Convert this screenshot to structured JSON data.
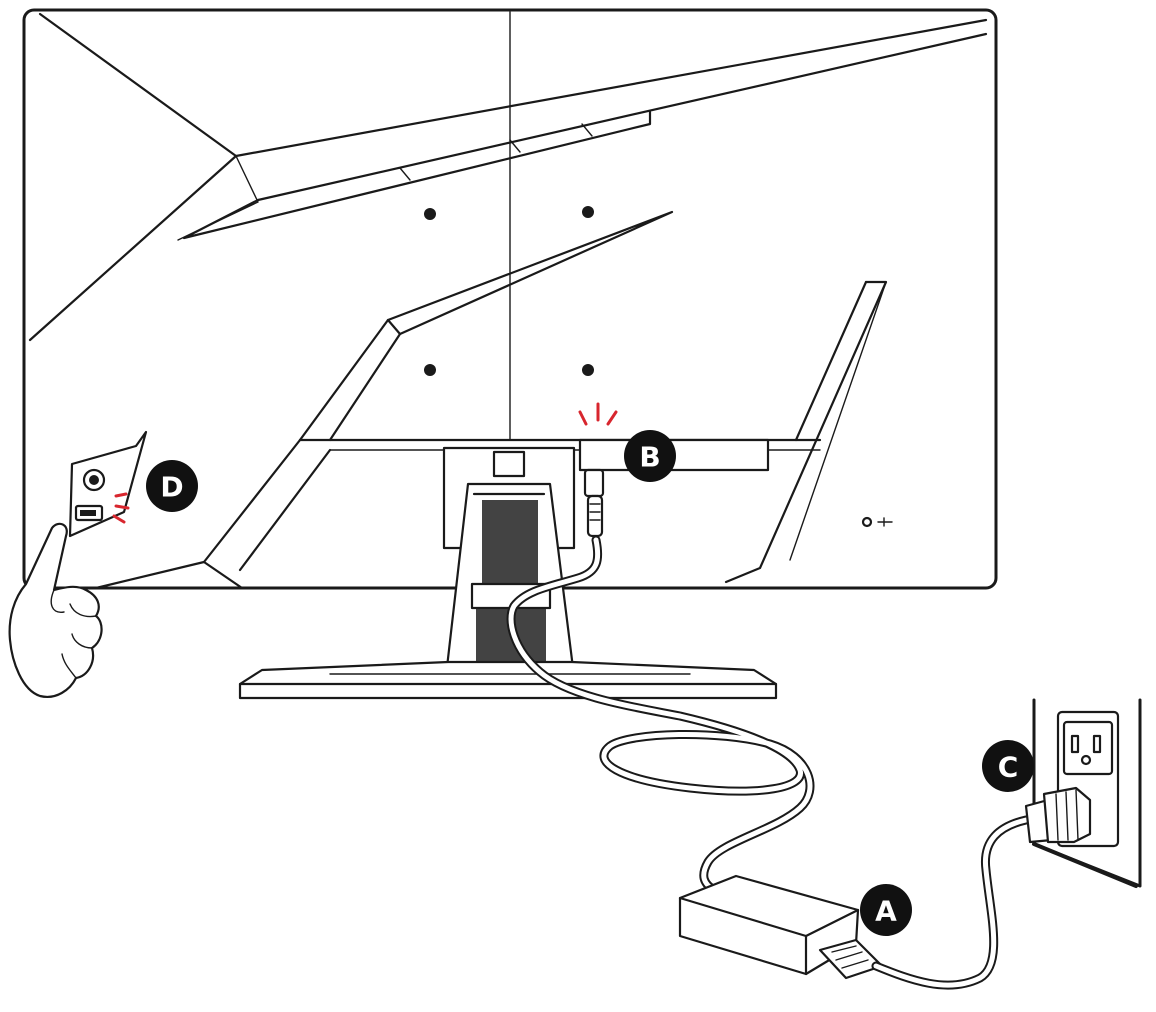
{
  "callouts": [
    {
      "id": "A",
      "label": "A"
    },
    {
      "id": "B",
      "label": "B"
    },
    {
      "id": "C",
      "label": "C"
    },
    {
      "id": "D",
      "label": "D"
    }
  ],
  "colors": {
    "line": "#1a1a1a",
    "spark": "#d8262e",
    "badge": "#111111"
  },
  "icons": [
    "monitor-rear",
    "monitor-stand",
    "power-adapter",
    "wall-outlet",
    "power-plug",
    "hand-pointer",
    "power-button"
  ]
}
